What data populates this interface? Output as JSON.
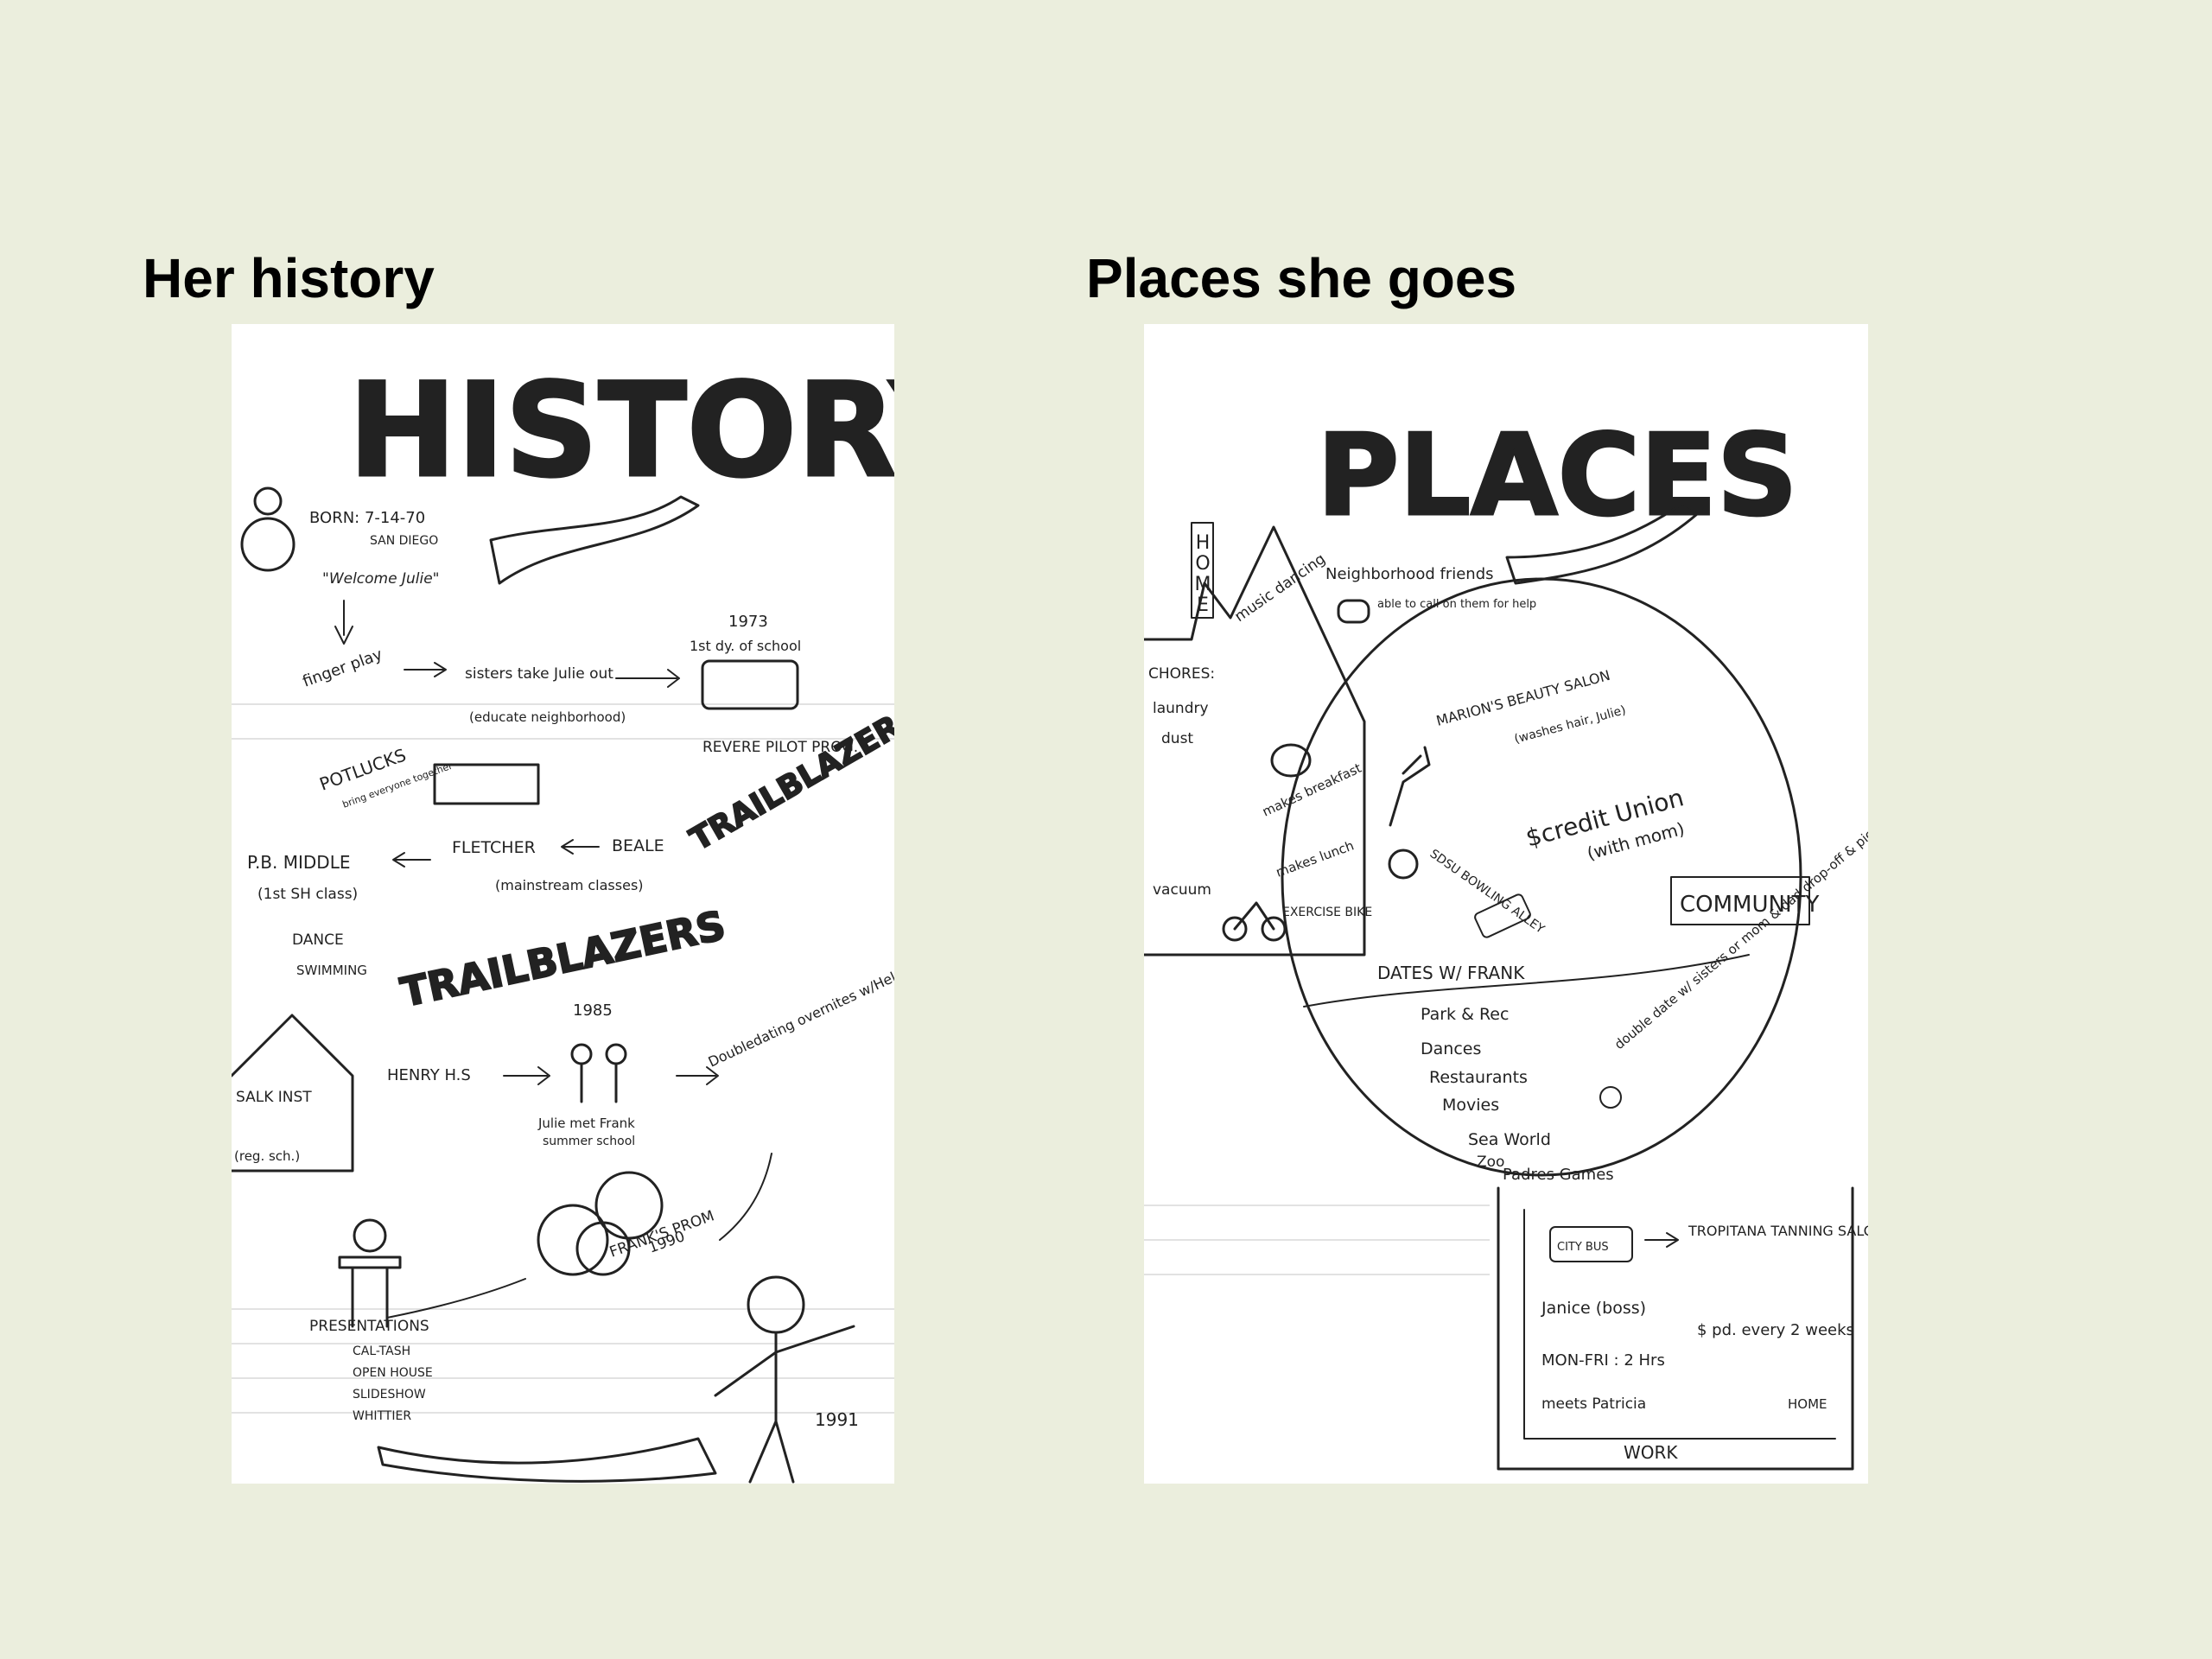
{
  "slide": {
    "left_heading": "Her history",
    "right_heading": "Places she goes"
  },
  "history": {
    "title": "HISTORY",
    "born": "BORN: 7-14-70",
    "born_place": "SAN DIEGO",
    "welcome": "\"Welcome Julie\"",
    "finger_play": "finger play",
    "sisters": "sisters take Julie out",
    "sisters_note": "(educate neighborhood)",
    "year_1973": "1973",
    "first_day": "1st dy. of school",
    "revere": "REVERE PILOT PROG.",
    "potlucks": "POTLUCKS",
    "potlucks_note": "bring everyone together",
    "trailblazers": "TRAILBLAZERS",
    "pb_middle": "P.B. MIDDLE",
    "first_sh": "(1st SH class)",
    "fletcher": "FLETCHER",
    "beale": "BEALE",
    "mainstream": "(mainstream classes)",
    "dance": "DANCE",
    "swimming": "SWIMMING",
    "salk": "SALK INST",
    "salk_note": "(reg. sch.)",
    "henry": "HENRY H.S",
    "year_1985": "1985",
    "met_frank": "Julie met Frank",
    "summer": "summer school",
    "doubledating": "Doubledating overnites w/Helen",
    "franks_prom": "FRANK'S PROM",
    "year_1990": "1990",
    "presentations": "PRESENTATIONS",
    "pres_items": [
      "CAL-TASH",
      "OPEN HOUSE",
      "SLIDESHOW",
      "WHITTIER"
    ],
    "year_1991": "1991"
  },
  "places": {
    "title": "PLACES",
    "home": "HOME",
    "music": "music dancing",
    "neighborhood": "Neighborhood friends",
    "call_on": "able to call on them for help",
    "chores": "CHORES:",
    "chores_items": [
      "laundry",
      "dust",
      "vacuum"
    ],
    "breakfast": "makes breakfast",
    "lunch": "makes lunch",
    "bike": "EXERCISE BIKE",
    "marions": "MARION'S BEAUTY SALON",
    "marions_note": "(washes hair, Julie)",
    "bowling": "SDSU BOWLING ALLEY",
    "credit_union": "$credit Union",
    "with_mom": "(with mom)",
    "community": "COMMUNITY",
    "dates": "DATES W/ FRANK",
    "park_rec": "Park & Rec",
    "dances": "Dances",
    "restaurants": "Restaurants",
    "movies": "Movies",
    "sea_world": "Sea World",
    "zoo": "Zoo",
    "padres": "Padres Games",
    "double_date": "double date w/ sisters or mom & dad drop-off & pick-up",
    "city_bus": "CITY BUS",
    "tropitana": "TROPITANA TANNING SALON",
    "janice": "Janice (boss)",
    "paid": "$ pd. every 2 weeks",
    "mon_fri": "MON-FRI : 2 Hrs",
    "meets": "meets Patricia",
    "home_arrow": "HOME",
    "work": "WORK"
  }
}
